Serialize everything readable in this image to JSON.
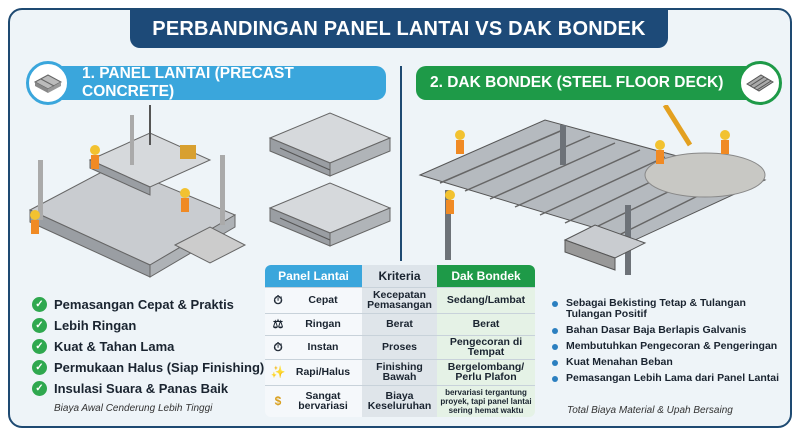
{
  "title": "PERBANDINGAN PANEL LANTAI VS DAK BONDEK",
  "left": {
    "header": "1. PANEL LANTAI (PRECAST CONCRETE)",
    "icon": "precast-panel-icon",
    "features": [
      "Pemasangan Cepat & Praktis",
      "Lebih Ringan",
      "Kuat & Tahan Lama",
      "Permukaan Halus (Siap Finishing)",
      "Insulasi Suara & Panas Baik"
    ],
    "note": "Biaya Awal Cenderung Lebih Tinggi"
  },
  "right": {
    "header": "2. DAK BONDEK (STEEL FLOOR DECK)",
    "icon": "steel-deck-icon",
    "features": [
      "Sebagai Bekisting Tetap & Tulangan Tulangan Positif",
      "Bahan Dasar Baja Berlapis Galvanis",
      "Membutuhkan Pengecoran & Pengeringan",
      "Kuat Menahan Beban",
      "Pemasangan Lebih Lama dari Panel Lantai"
    ],
    "note": "Total Biaya Material & Upah Bersaing"
  },
  "table": {
    "headers": [
      "Panel Lantai",
      "Kriteria",
      "Dak Bondek"
    ],
    "rows": [
      {
        "icon": "stopwatch-fast-icon",
        "panel": "Cepat",
        "kriteria": "Kecepatan Pemasangan",
        "bondek": "Sedang/Lambat"
      },
      {
        "icon": "weight-icon",
        "panel": "Ringan",
        "kriteria": "Berat",
        "bondek": "Berat"
      },
      {
        "icon": "stopwatch-icon",
        "panel": "Instan",
        "kriteria": "Proses",
        "bondek": "Pengecoran di Tempat"
      },
      {
        "icon": "sparkle-hand-icon",
        "panel": "Rapi/Halus",
        "kriteria": "Finishing Bawah",
        "bondek": "Bergelombang/ Perlu Plafon"
      },
      {
        "icon": "coin-hand-icon",
        "panel": "Sangat bervariasi",
        "kriteria": "Biaya Keseluruhan",
        "bondek": "bervariasi tergantung proyek, tapi panel lantai sering hemat waktu"
      }
    ]
  },
  "colors": {
    "navy": "#1d4a78",
    "blue": "#3aa6dc",
    "green": "#1e9a48"
  }
}
